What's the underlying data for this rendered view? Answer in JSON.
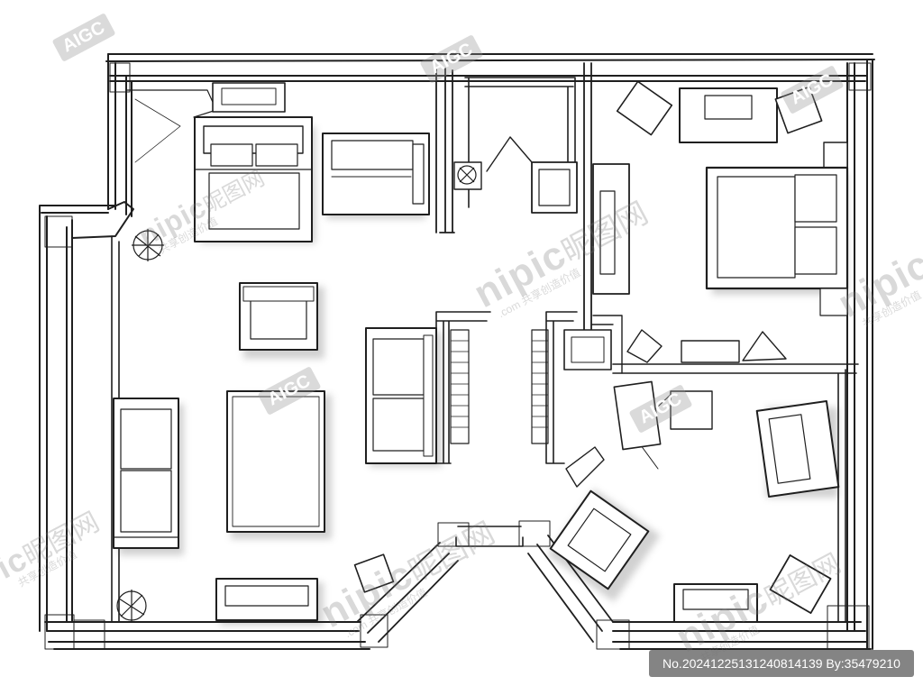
{
  "watermarks": {
    "aigc": "AIGC",
    "nipic": "nipic",
    "nipic_cn": "昵图网",
    "nipic_com": ".com",
    "nipic_tag": "共享创造价值"
  },
  "badge": {
    "text": "No.20241225131240814139 By:35479210"
  },
  "colors": {
    "ink": "#1f1f1f",
    "shadow": "#9a9a9a",
    "paper": "#ffffff",
    "badge_bg": "#6e6e6e"
  }
}
